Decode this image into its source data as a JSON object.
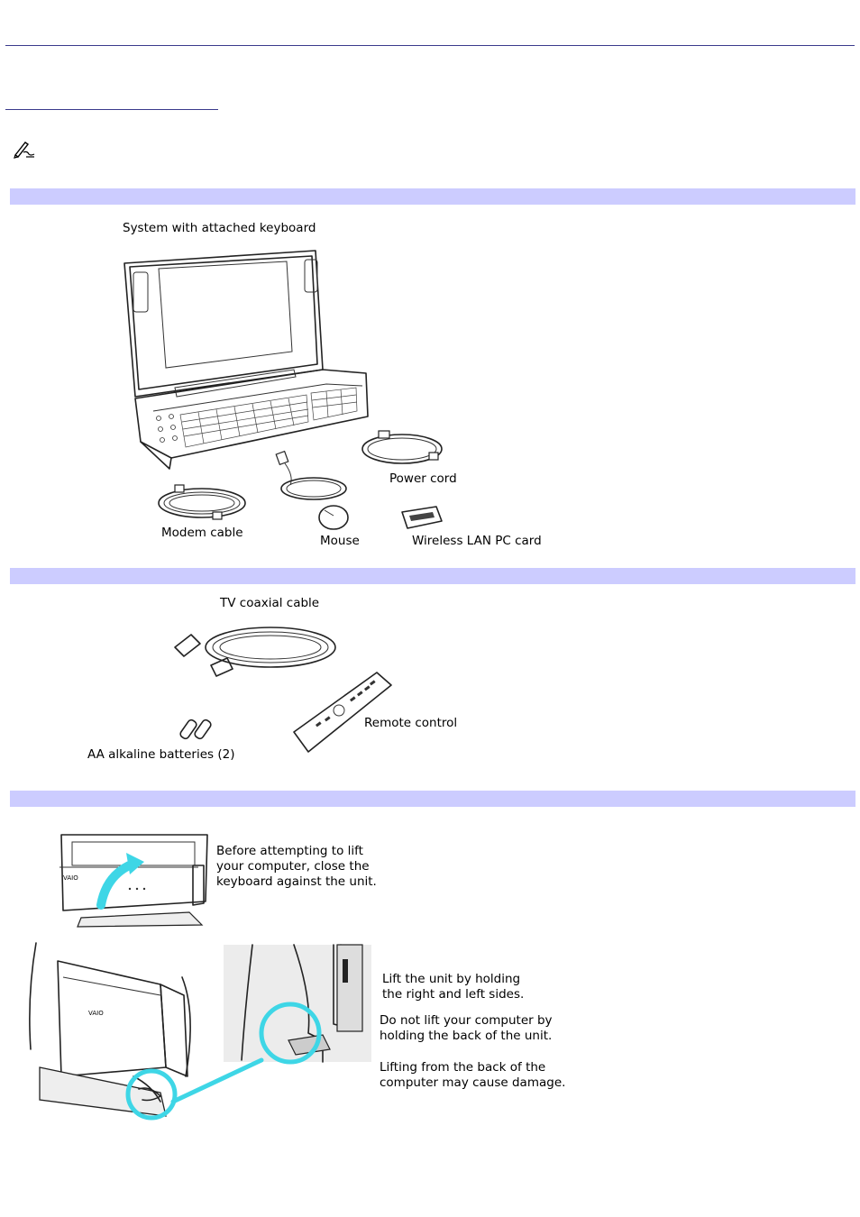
{
  "document": {
    "note_icon": "note-pen-icon",
    "section_band_color": "#ccccff"
  },
  "section1": {
    "labels": {
      "system": "System with attached keyboard",
      "power_cord": "Power cord",
      "modem_cable": "Modem cable",
      "mouse": "Mouse",
      "wireless_card": "Wireless LAN PC card"
    }
  },
  "section2": {
    "labels": {
      "tv_cable": "TV coaxial cable",
      "remote": "Remote control",
      "batteries": "AA alkaline batteries (2)"
    }
  },
  "section3": {
    "instructions": {
      "close_keyboard": [
        "Before attempting to lift",
        "your computer, close the",
        "keyboard against the unit."
      ],
      "lift_sides": [
        "Lift the unit by holding",
        "the right and left sides."
      ],
      "do_not_lift": [
        "Do not lift your computer by",
        "holding the back of the unit."
      ],
      "damage": [
        "Lifting from the back of the",
        "computer may cause damage."
      ]
    },
    "accent_color": "#3ed6e6"
  }
}
